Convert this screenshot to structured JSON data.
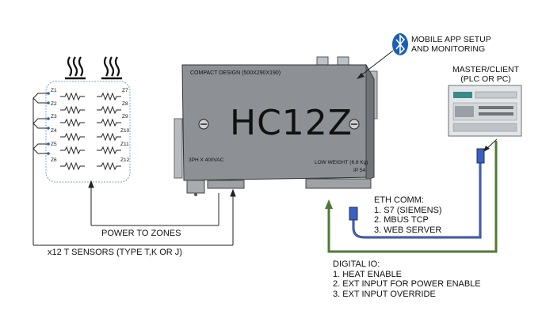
{
  "device": {
    "name": "HC12Z",
    "design_label": "COMPACT DESIGN (500X290X190)",
    "power_label": "3PH X 400VAC",
    "weight_label": "LOW WEIGHT (6.8 Kg)",
    "ip_label": "IP 54"
  },
  "zones": {
    "left": [
      "Z1",
      "Z2",
      "Z3",
      "Z4",
      "Z5",
      "Z6"
    ],
    "right": [
      "Z7",
      "Z8",
      "Z9",
      "Z10",
      "Z11",
      "Z12"
    ]
  },
  "labels": {
    "mobile_app_line1": "MOBILE APP SETUP",
    "mobile_app_line2": "AND MONITORING",
    "master_line1": "MASTER/CLIENT",
    "master_line2": "(PLC OR PC)",
    "power_to_zones": "POWER TO ZONES",
    "sensors": "x12 T SENSORS (TYPE T,K OR J)"
  },
  "eth_comm": {
    "title": "ETH COMM:",
    "items": [
      "1.  S7 (SIEMENS)",
      "2.  MBUS TCP",
      "3.  WEB SERVER"
    ]
  },
  "digital_io": {
    "title": "DIGITAL IO:",
    "items": [
      "1.  HEAT ENABLE",
      "2.  EXT INPUT FOR POWER ENABLE",
      "3.  EXT INPUT OVERRIDE"
    ]
  },
  "colors": {
    "device_body": "#8d9196",
    "device_side": "#6f7378",
    "ethernet_cable": "#27408b",
    "digital_io_line": "#4f7a35",
    "zone_box_border": "#7fa3cf",
    "bluetooth": "#1a5fb4"
  },
  "icons": {
    "heat": "heat-waves-icon",
    "bluetooth": "bluetooth-icon",
    "plc": "plc-icon"
  }
}
